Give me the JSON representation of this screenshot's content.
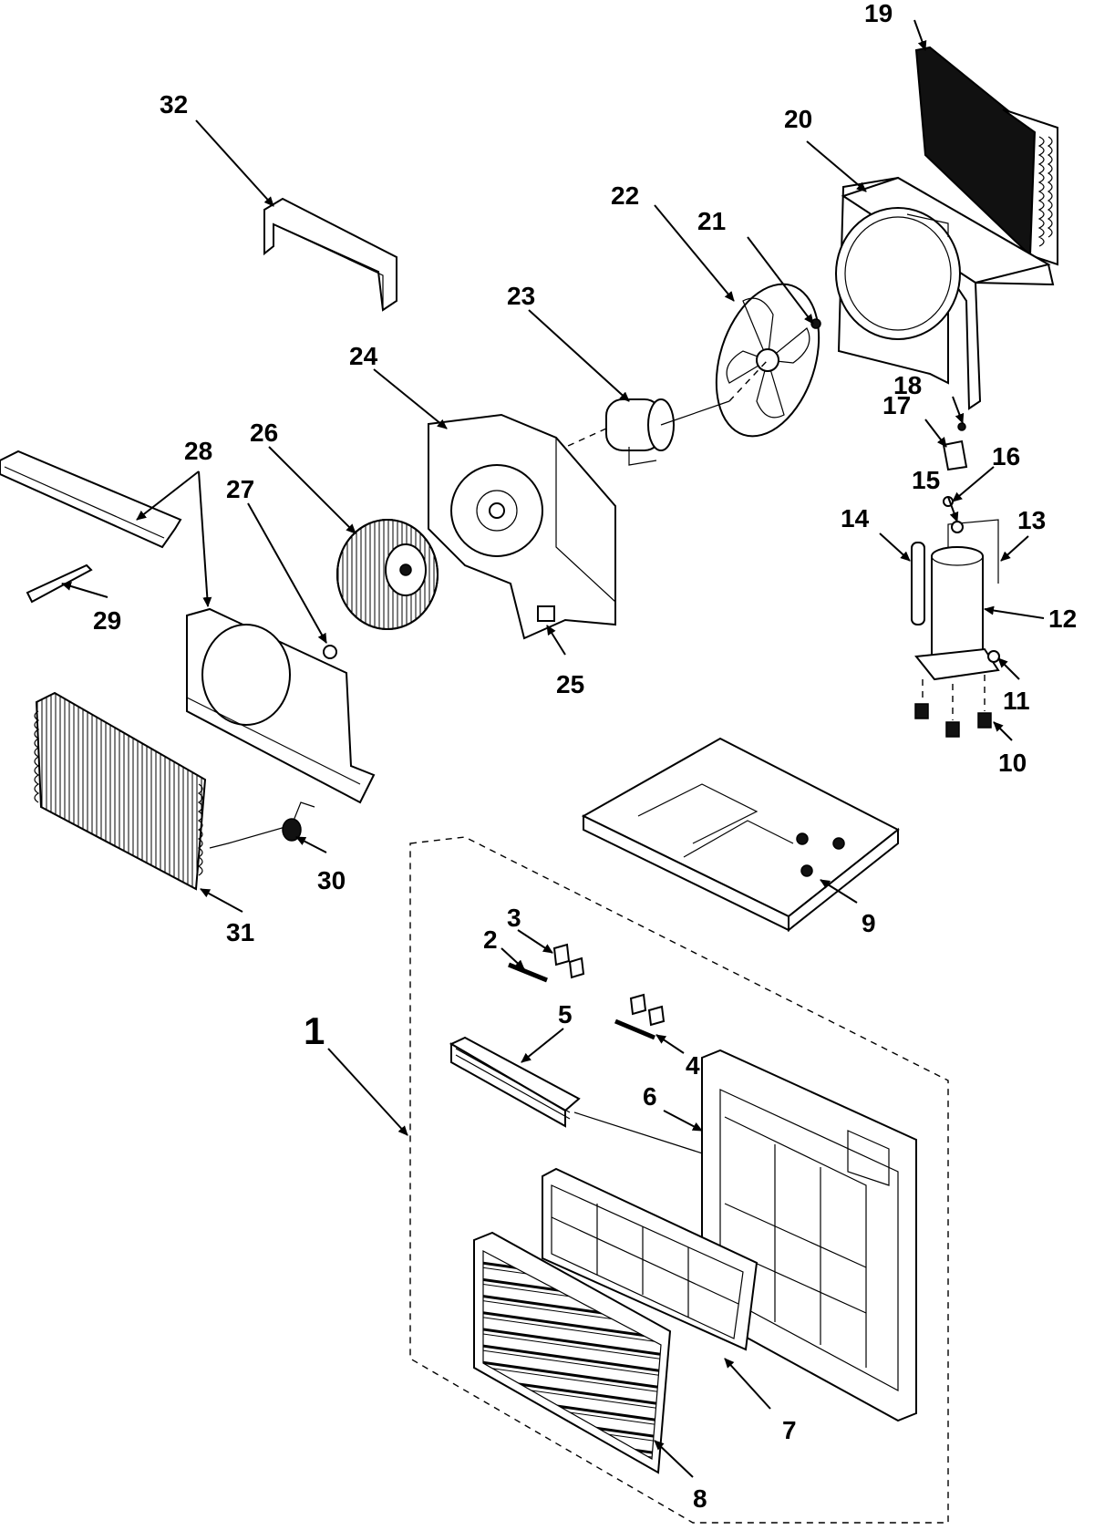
{
  "diagram": {
    "callouts": {
      "c1": "1",
      "c2": "2",
      "c3": "3",
      "c4": "4",
      "c5": "5",
      "c6": "6",
      "c7": "7",
      "c8": "8",
      "c9": "9",
      "c10": "10",
      "c11": "11",
      "c12": "12",
      "c13": "13",
      "c14": "14",
      "c15": "15",
      "c16": "16",
      "c17": "17",
      "c18": "18",
      "c19": "19",
      "c20": "20",
      "c21": "21",
      "c22": "22",
      "c23": "23",
      "c24": "24",
      "c25": "25",
      "c26": "26",
      "c27": "27",
      "c28": "28",
      "c29": "29",
      "c30": "30",
      "c31": "31",
      "c32": "32"
    }
  }
}
